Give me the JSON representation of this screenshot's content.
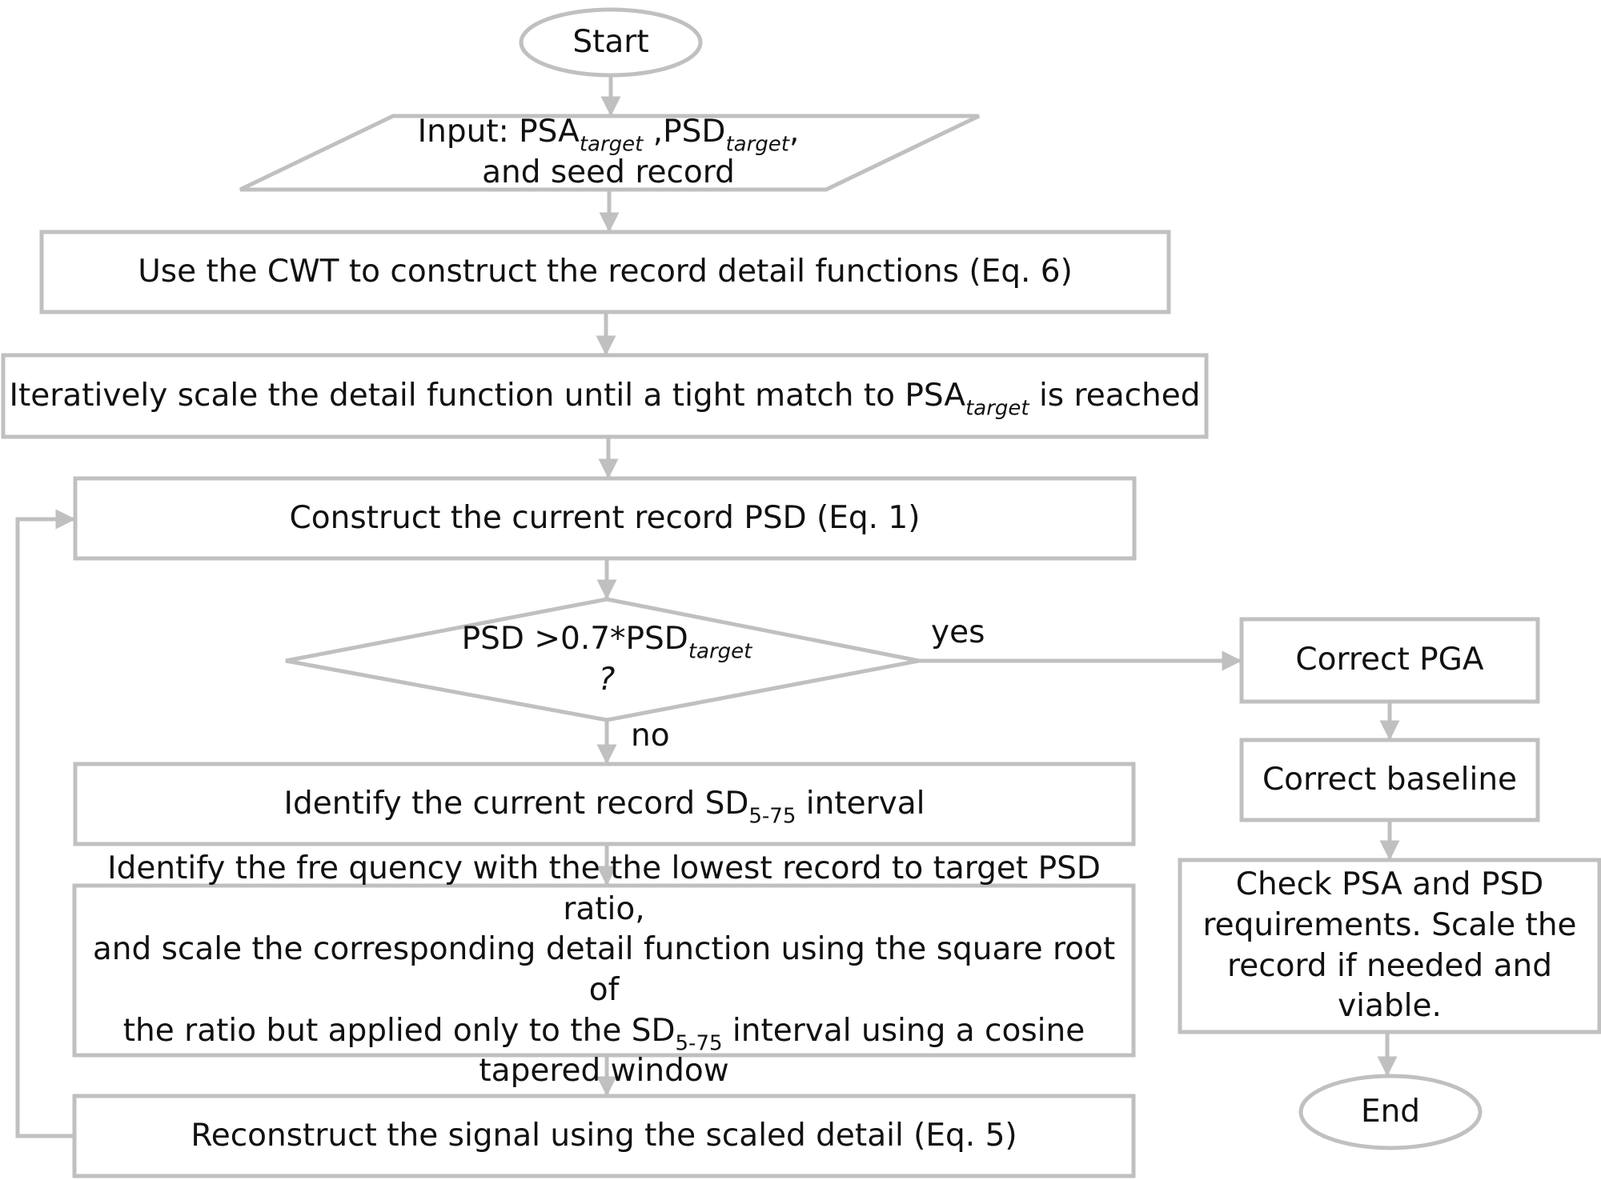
{
  "nodes": {
    "start": "Start",
    "input": {
      "prefix": "Input: PSA",
      "sub1": "target",
      "mid": " ,PSD",
      "sub2": "target",
      "suffix": ",",
      "line2": "and seed record"
    },
    "cwt": "Use the CWT to construct the record detail functions (Eq. 6)",
    "iterate": {
      "prefix": "Iteratively scale the detail function until a tight match to PSA",
      "sub": "target",
      "suffix": " is reached"
    },
    "construct": "Construct the current record PSD (Eq. 1)",
    "decision": {
      "prefix": "PSD >0.7*PSD",
      "sub": "target",
      "line2": "?"
    },
    "identify_sd": {
      "prefix": "Identify the current record SD",
      "sub": "5-75",
      "suffix": " interval"
    },
    "identify_freq": {
      "line1": "Identify the fre quency with the the lowest record to target PSD ratio,",
      "line2": "and scale the corresponding detail function using the square root of",
      "line3_prefix": "the ratio but applied only to the SD",
      "line3_sub": "5-75",
      "line3_suffix": " interval using a cosine",
      "line4": "tapered window"
    },
    "reconstruct": "Reconstruct the signal using the scaled detail (Eq. 5)",
    "correct_pga": "Correct PGA",
    "correct_baseline": "Correct baseline",
    "check": "Check PSA and PSD requirements. Scale the record if needed and viable.",
    "end": "End"
  },
  "edges": {
    "yes": "yes",
    "no": "no"
  },
  "colors": {
    "stroke": "#c0c0c0",
    "text": "#111111"
  }
}
